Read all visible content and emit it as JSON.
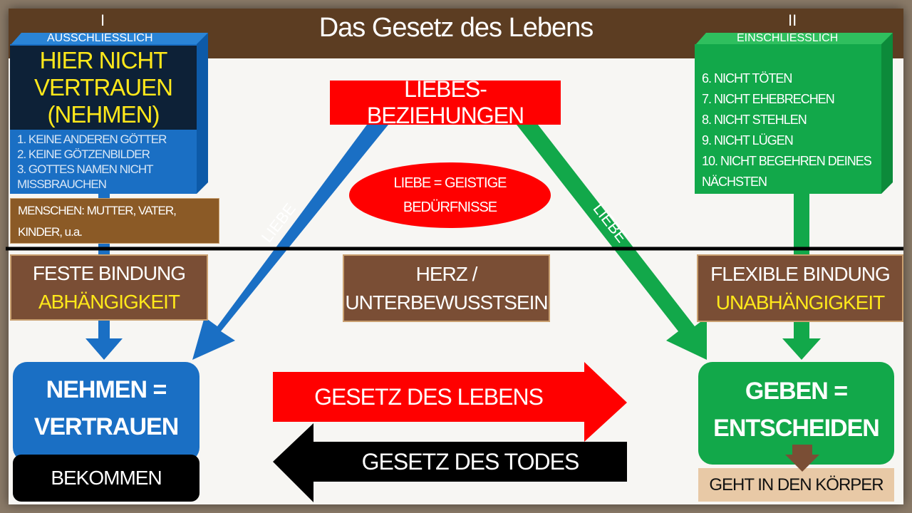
{
  "title": "Das Gesetz des Lebens",
  "left_column": {
    "numeral": "I",
    "header": "AUSSCHLIESSLICH",
    "commandments": [
      "1. KEINE ANDEREN GÖTTER",
      "2. KEINE GÖTZENBILDER",
      "3. GOTTES NAMEN NICHT",
      "MISSBRAUCHEN"
    ],
    "overlay_lines": [
      "HIER NICHT",
      "VERTRAUEN",
      "(NEHMEN)"
    ],
    "people": "MENSCHEN: MUTTER, VATER, KINDER, u.a.",
    "binding": "FESTE BINDUNG",
    "binding_sub": "ABHÄNGIGKEIT",
    "result_lines": [
      "NEHMEN =",
      "VERTRAUEN"
    ],
    "result_sub": "BEKOMMEN"
  },
  "right_column": {
    "numeral": "II",
    "header": "EINSCHLIESSLICH",
    "commandments": [
      "6. NICHT TÖTEN",
      "7. NICHT EHEBRECHEN",
      "8. NICHT STEHLEN",
      "9. NICHT LÜGEN",
      "10. NICHT BEGEHREN DEINES NÄCHSTEN"
    ],
    "binding": "FLEXIBLE BINDUNG",
    "binding_sub": "UNABHÄNGIGKEIT",
    "result_lines": [
      "GEBEN =",
      "ENTSCHEIDEN"
    ],
    "result_sub": "GEHT IN DEN KÖRPER"
  },
  "center": {
    "top": "LIEBES-BEZIEHUNGEN",
    "ellipse": "LIEBE = GEISTIGE BEDÜRFNISSE",
    "heart": "HERZ / UNTERBEWUSSTSEIN",
    "arrow_left_label": "LIEBE",
    "arrow_right_label": "LIEBE",
    "law_life": "GESETZ DES LEBENS",
    "law_death": "GESETZ DES TODES"
  },
  "colors": {
    "blue": "#1a6fc4",
    "green": "#12a84a",
    "red": "#ff0000",
    "brown": "#5c3d22"
  }
}
